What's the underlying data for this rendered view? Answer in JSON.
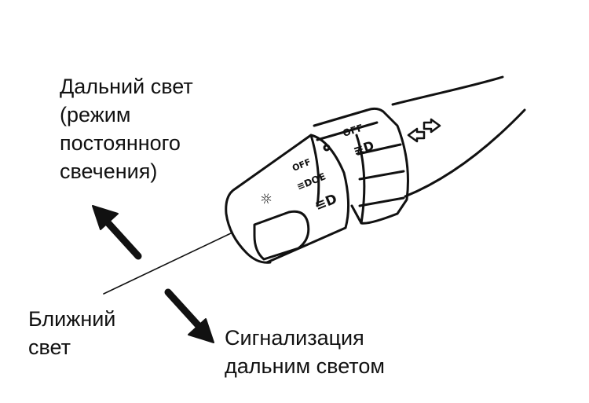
{
  "labels": {
    "high_beam": "Дальний свет\n(режим\nпостоянного\nсвечения)",
    "low_beam": "Ближний\nсвет",
    "flash": "Сигнализация\nдальним светом"
  },
  "switch_markings": {
    "off_inner": "OFF",
    "off_outer": "OFF",
    "position_symbol": "≡DOE",
    "headlamp_symbol": "≡D",
    "foglamp_symbol": "≢D",
    "parking_symbol": "☼"
  },
  "colors": {
    "ink": "#111111",
    "background": "#ffffff"
  },
  "icons": [
    "turn-signal-arrows-icon",
    "parking-light-icon",
    "headlamp-icon",
    "fog-lamp-icon",
    "arrow-up-left-icon",
    "arrow-down-right-icon"
  ]
}
